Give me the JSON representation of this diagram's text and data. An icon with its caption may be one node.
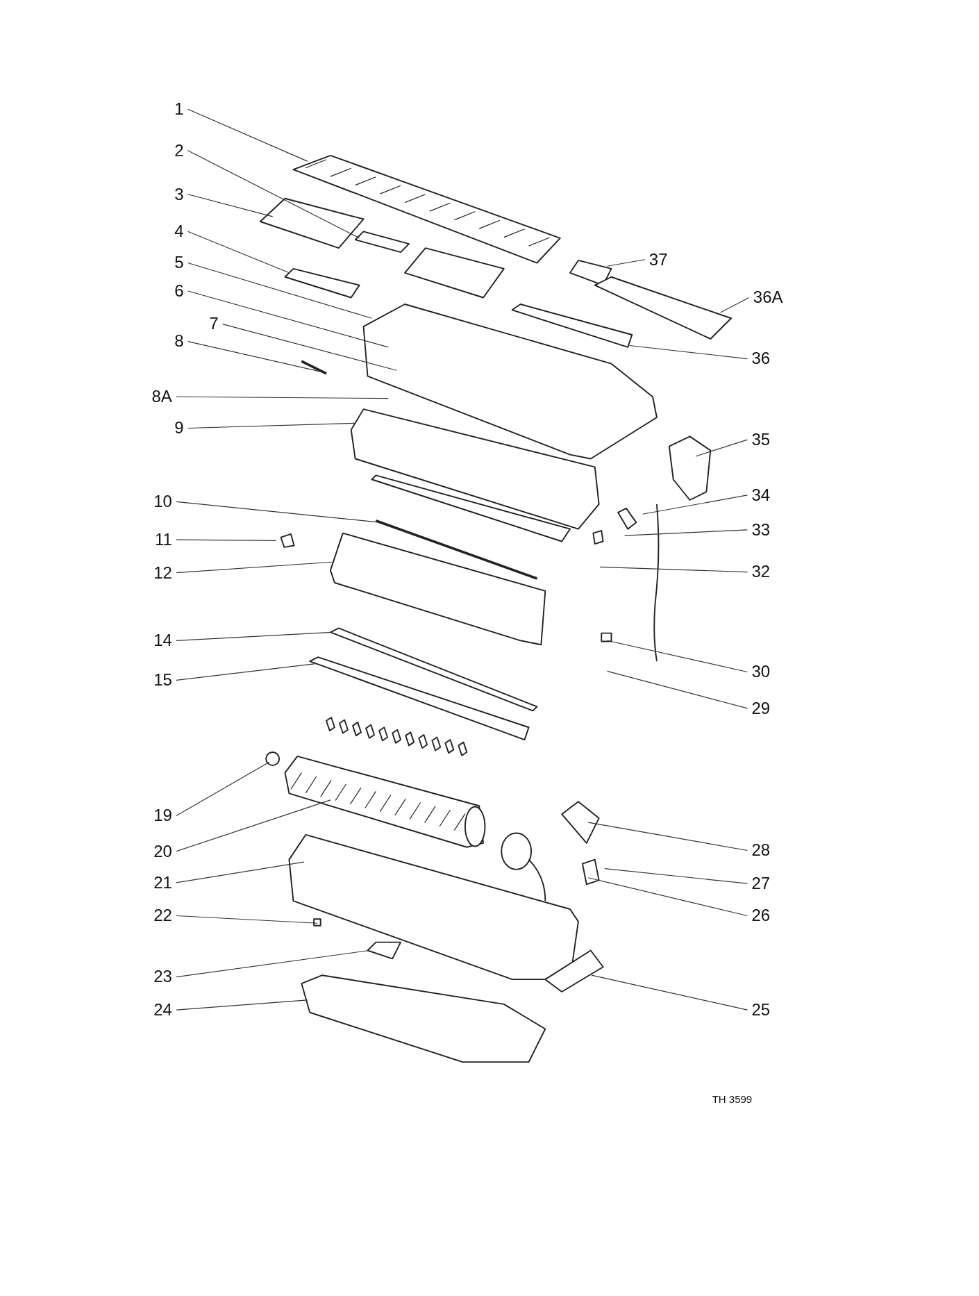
{
  "diagram": {
    "nodes": [
      {
        "text": [
          "1"
        ]
      },
      {
        "text": [
          "2"
        ]
      },
      {
        "text": [
          "3"
        ]
      },
      {
        "text": [
          "4"
        ]
      },
      {
        "text": [
          "5"
        ]
      },
      {
        "text": [
          "6"
        ]
      },
      {
        "text": [
          "7"
        ]
      },
      {
        "text": [
          "8"
        ]
      },
      {
        "text": [
          "8A"
        ]
      },
      {
        "text": [
          "9"
        ]
      },
      {
        "text": [
          "10"
        ]
      },
      {
        "text": [
          "11"
        ]
      },
      {
        "text": [
          "12"
        ]
      },
      {
        "text": [
          "14"
        ]
      },
      {
        "text": [
          "15"
        ]
      },
      {
        "text": [
          "19"
        ]
      },
      {
        "text": [
          "20"
        ]
      },
      {
        "text": [
          "21"
        ]
      },
      {
        "text": [
          "22"
        ]
      },
      {
        "text": [
          "23"
        ]
      },
      {
        "text": [
          "24"
        ]
      },
      {
        "text": [
          "37"
        ]
      },
      {
        "text": [
          "36A"
        ]
      },
      {
        "text": [
          "36"
        ]
      },
      {
        "text": [
          "35"
        ]
      },
      {
        "text": [
          "34"
        ]
      },
      {
        "text": [
          "33"
        ]
      },
      {
        "text": [
          "32"
        ]
      },
      {
        "text": [
          "30"
        ]
      },
      {
        "text": [
          "29"
        ]
      },
      {
        "text": [
          "28"
        ]
      },
      {
        "text": [
          "27"
        ]
      },
      {
        "text": [
          "26"
        ]
      },
      {
        "text": [
          "25"
        ]
      }
    ],
    "edges": [
      {
        "from": 0,
        "to": null,
        "arrow": "none"
      },
      {
        "from": 1,
        "to": null,
        "arrow": "none"
      },
      {
        "from": 2,
        "to": null,
        "arrow": "none"
      },
      {
        "from": 3,
        "to": null,
        "arrow": "none"
      },
      {
        "from": 4,
        "to": null,
        "arrow": "none"
      },
      {
        "from": 5,
        "to": null,
        "arrow": "none"
      },
      {
        "from": 6,
        "to": null,
        "arrow": "none"
      },
      {
        "from": 7,
        "to": null,
        "arrow": "none"
      },
      {
        "from": 8,
        "to": null,
        "arrow": "none"
      },
      {
        "from": 9,
        "to": null,
        "arrow": "none"
      },
      {
        "from": 10,
        "to": null,
        "arrow": "none"
      },
      {
        "from": 11,
        "to": null,
        "arrow": "none"
      },
      {
        "from": 12,
        "to": null,
        "arrow": "none"
      },
      {
        "from": 13,
        "to": null,
        "arrow": "none"
      },
      {
        "from": 14,
        "to": null,
        "arrow": "none"
      },
      {
        "from": 15,
        "to": null,
        "arrow": "none"
      },
      {
        "from": 16,
        "to": null,
        "arrow": "none"
      },
      {
        "from": 17,
        "to": null,
        "arrow": "none"
      },
      {
        "from": 18,
        "to": null,
        "arrow": "none"
      },
      {
        "from": 19,
        "to": null,
        "arrow": "none"
      },
      {
        "from": 20,
        "to": null,
        "arrow": "none"
      },
      {
        "from": 21,
        "to": null,
        "arrow": "none"
      },
      {
        "from": 22,
        "to": null,
        "arrow": "none"
      },
      {
        "from": 23,
        "to": null,
        "arrow": "none"
      },
      {
        "from": 24,
        "to": null,
        "arrow": "none"
      },
      {
        "from": 25,
        "to": null,
        "arrow": "none"
      },
      {
        "from": 26,
        "to": null,
        "arrow": "none"
      },
      {
        "from": 27,
        "to": null,
        "arrow": "none"
      },
      {
        "from": 28,
        "to": null,
        "arrow": "none"
      },
      {
        "from": 29,
        "to": null,
        "arrow": "none"
      },
      {
        "from": 30,
        "to": null,
        "arrow": "none"
      },
      {
        "from": 31,
        "to": null,
        "arrow": "none"
      },
      {
        "from": 32,
        "to": null,
        "arrow": "none"
      },
      {
        "from": 33,
        "to": null,
        "arrow": "none"
      }
    ],
    "labels": [
      "TH 3599"
    ]
  }
}
